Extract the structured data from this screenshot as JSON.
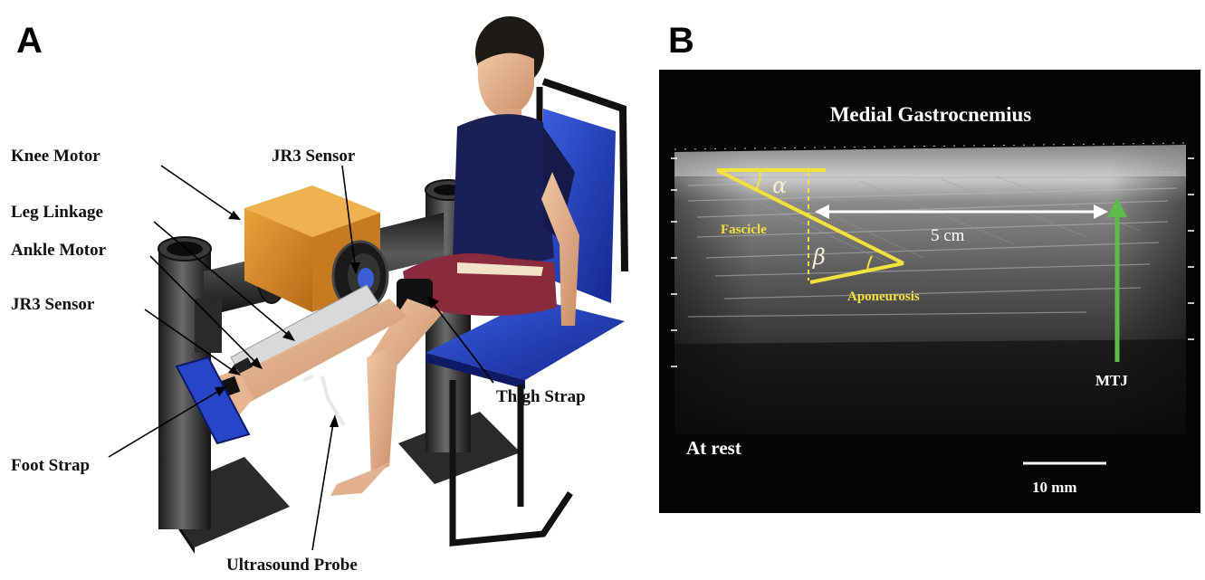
{
  "panel_a": {
    "letter": "A",
    "callouts": {
      "knee_motor": "Knee Motor",
      "jr3_sensor_top": "JR3 Sensor",
      "leg_linkage": "Leg Linkage",
      "ankle_motor": "Ankle Motor",
      "jr3_sensor_left": "JR3 Sensor",
      "thigh_strap": "Thigh Strap",
      "foot_strap": "Foot Strap",
      "ultrasound_probe": "Ultrasound Probe"
    }
  },
  "panel_b": {
    "letter": "B",
    "title": "Medial Gastrocnemius",
    "alpha": "α",
    "beta": "β",
    "fascicle": "Fascicle",
    "aponeurosis": "Aponeurosis",
    "distance": "5 cm",
    "mtj": "MTJ",
    "state": "At rest",
    "scale": "10 mm"
  },
  "colors": {
    "annotation_yellow": "#f2e23c",
    "mtj_arrow_green": "#5dbb4a",
    "chair_blue": "#1f3fbf",
    "motor_orange": "#d98a2a",
    "shirt_navy": "#1a1f55",
    "shorts_maroon": "#8a2a3c"
  }
}
